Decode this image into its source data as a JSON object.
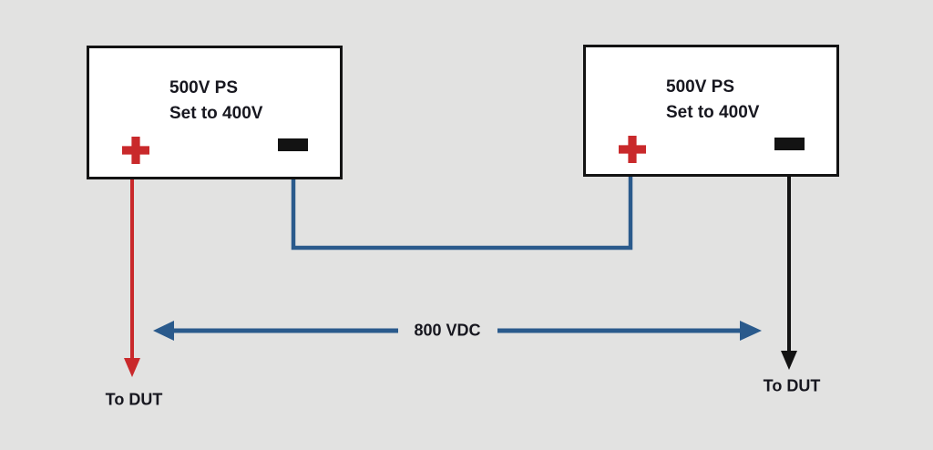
{
  "canvas": {
    "background": "#e2e2e1"
  },
  "colors": {
    "positive_wire_red": "#c9292b",
    "series_wire_blue": "#2a5a8c",
    "negative_wire_black": "#131313",
    "dimension_arrow_blue": "#2a5a8c",
    "box_fill": "#ffffff",
    "box_border": "#131313",
    "label_text": "#17171f"
  },
  "power_supplies": [
    {
      "line1": "500V PS",
      "line2": "Set to 400V"
    },
    {
      "line1": "500V PS",
      "line2": "Set to 400V"
    }
  ],
  "bus_voltage_label": "800 VDC",
  "output_labels": {
    "left": "To DUT",
    "right": "To DUT"
  }
}
